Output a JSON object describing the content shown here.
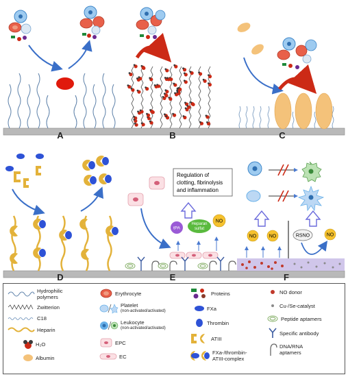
{
  "panels": {
    "a": "A",
    "b": "B",
    "c": "C",
    "d": "D",
    "e": "E",
    "f": "F"
  },
  "panel_e": {
    "callout_line1": "Regulation of",
    "callout_line2": "clotting, fibrinolysis",
    "callout_line3": "and inflammation",
    "tpa": "tPA",
    "heparan_line1": "Heparan",
    "heparan_line2": "sulfat",
    "no": "NO"
  },
  "panel_f": {
    "no": "NO",
    "rsno": "RSNO"
  },
  "legend": {
    "hydrophilic_line1": "Hydrophilic",
    "hydrophilic_line2": "polymers",
    "zwitterion": "Zwitterion",
    "c18": "C18",
    "heparin": "Heparin",
    "h2o": "H₂O",
    "albumin": "Albumin",
    "erythrocyte": "Erythrocyte",
    "platelet": "Platelet",
    "platelet_sub": "(non-activated/activated)",
    "leukocyte": "Leukocyte",
    "leukocyte_sub": "(non-activated/activated)",
    "epc": "EPC",
    "ec": "EC",
    "proteins": "Proteins",
    "fxa": "FXa",
    "thrombin": "Thrombin",
    "atiii": "ATIII",
    "complex_line1": "FXa-/thrombin-",
    "complex_line2": "ATIII-complex",
    "no_donor": "NO donor",
    "catalyst": "Cu-/Se-catalyst",
    "peptide": "Peptide aptamers",
    "antibody": "Specific antibody",
    "dna_line1": "DNA/RNA",
    "dna_line2": "aptamers"
  },
  "colors": {
    "substrate": "#b9b9b9",
    "erythrocyte": "#e8604a",
    "leukocyte": "#68b0e8",
    "albumin": "#f4c27a",
    "heparin": "#e3b23a",
    "thrombin": "#2e52d6",
    "no_circle": "#f6c22e",
    "arrow_blue": "#3a6fc8",
    "arrow_red": "#cc2a16"
  }
}
